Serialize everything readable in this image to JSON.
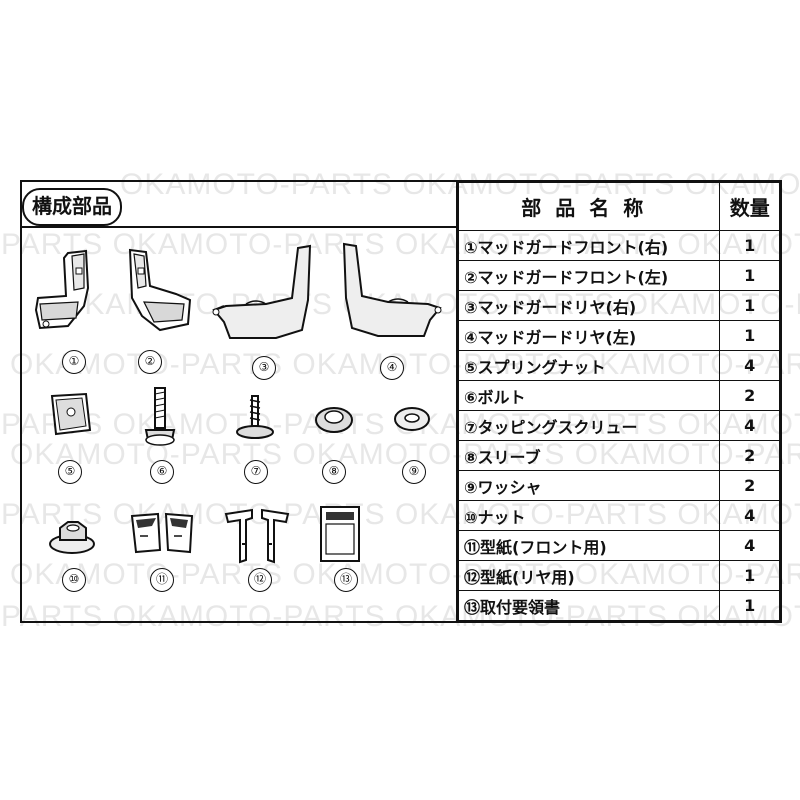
{
  "section_title": "構成部品",
  "table": {
    "header_name": "部品名称",
    "header_qty": "数量",
    "rows": [
      {
        "no": "①",
        "name": "①マッドガードフロント(右)",
        "qty": "1"
      },
      {
        "no": "②",
        "name": "②マッドガードフロント(左)",
        "qty": "1"
      },
      {
        "no": "③",
        "name": "③マッドガードリヤ(右)",
        "qty": "1"
      },
      {
        "no": "④",
        "name": "④マッドガードリヤ(左)",
        "qty": "1"
      },
      {
        "no": "⑤",
        "name": "⑤スプリングナット",
        "qty": "4"
      },
      {
        "no": "⑥",
        "name": "⑥ボルト",
        "qty": "2"
      },
      {
        "no": "⑦",
        "name": "⑦タッピングスクリュー",
        "qty": "4"
      },
      {
        "no": "⑧",
        "name": "⑧スリーブ",
        "qty": "2"
      },
      {
        "no": "⑨",
        "name": "⑨ワッシャ",
        "qty": "2"
      },
      {
        "no": "⑩",
        "name": "⑩ナット",
        "qty": "4"
      },
      {
        "no": "⑪",
        "name": "⑪型紙(フロント用)",
        "qty": "4"
      },
      {
        "no": "⑫",
        "name": "⑫型紙(リヤ用)",
        "qty": "1"
      },
      {
        "no": "⑬",
        "name": "⑬取付要領書",
        "qty": "1"
      }
    ]
  },
  "part_labels": [
    "①",
    "②",
    "③",
    "④",
    "⑤",
    "⑥",
    "⑦",
    "⑧",
    "⑨",
    "⑩",
    "⑪",
    "⑫",
    "⑬"
  ],
  "watermark": "OKAMOTO-PARTS OKAMOTO-PARTS OKAMOTO-PARTS",
  "watermark_alt": "-PARTS OKAMOTO-PARTS OKAMOTO-PARTS OKAMOTO"
}
